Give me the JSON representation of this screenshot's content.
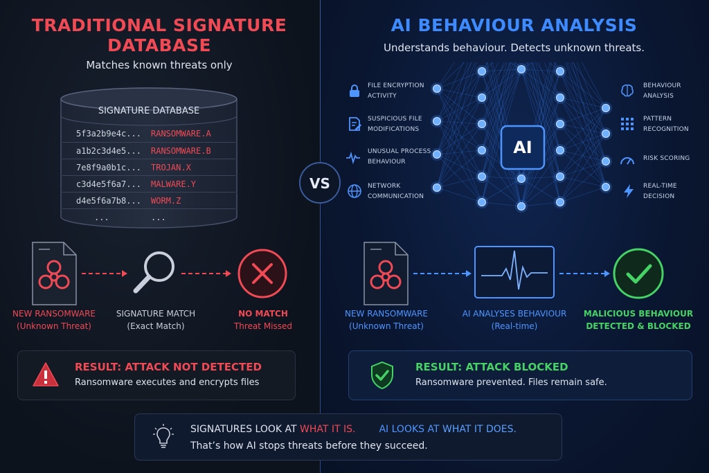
{
  "left": {
    "title_line1": "TRADITIONAL SIGNATURE",
    "title_line2": "DATABASE",
    "subtitle": "Matches known threats only",
    "database": {
      "title": "SIGNATURE DATABASE",
      "rows": [
        {
          "hash": "5f3a2b9e4c...",
          "threat": "RANSOMWARE.A"
        },
        {
          "hash": "a1b2c3d4e5...",
          "threat": "RANSOMWARE.B"
        },
        {
          "hash": "7e8f9a0b1c...",
          "threat": "TROJAN.X"
        },
        {
          "hash": "c3d4e5f6a7...",
          "threat": "MALWARE.Y"
        },
        {
          "hash": "d4e5f6a7b8...",
          "threat": "WORM.Z"
        },
        {
          "hash": "...",
          "threat": "..."
        }
      ]
    },
    "flow": {
      "file_label": "NEW RANSOMWARE",
      "file_sub": "(Unknown Threat)",
      "match_label": "SIGNATURE MATCH",
      "match_sub": "(Exact Match)",
      "result_label": "NO MATCH",
      "result_sub": "Threat Missed"
    },
    "result": {
      "title": "RESULT: ATTACK NOT DETECTED",
      "text": "Ransomware executes and encrypts files"
    }
  },
  "vs": "VS",
  "right": {
    "title": "AI BEHAVIOUR ANALYSIS",
    "subtitle": "Understands behaviour. Detects unknown threats.",
    "ai_label": "AI",
    "inputs": [
      {
        "line1": "FILE ENCRYPTION",
        "line2": "ACTIVITY",
        "icon": "lock-icon"
      },
      {
        "line1": "SUSPICIOUS FILE",
        "line2": "MODIFICATIONS",
        "icon": "file-edit-icon"
      },
      {
        "line1": "UNUSUAL PROCESS",
        "line2": "BEHAVIOUR",
        "icon": "pulse-icon"
      },
      {
        "line1": "NETWORK",
        "line2": "COMMUNICATION",
        "icon": "globe-icon"
      }
    ],
    "outputs": [
      {
        "line1": "BEHAVIOUR",
        "line2": "ANALYSIS",
        "icon": "brain-icon"
      },
      {
        "line1": "PATTERN",
        "line2": "RECOGNITION",
        "icon": "grid-icon"
      },
      {
        "line1": "RISK SCORING",
        "line2": "",
        "icon": "gauge-icon"
      },
      {
        "line1": "REAL-TIME",
        "line2": "DECISION",
        "icon": "lightning-icon"
      }
    ],
    "flow": {
      "file_label": "NEW RANSOMWARE",
      "file_sub": "(Unknown Threat)",
      "analysis_label": "AI ANALYSES BEHAVIOUR",
      "analysis_sub": "(Real-time)",
      "result_line1": "MALICIOUS BEHAVIOUR",
      "result_line2": "DETECTED & BLOCKED"
    },
    "result": {
      "title": "RESULT: ATTACK BLOCKED",
      "text": "Ransomware prevented. Files remain safe."
    }
  },
  "bottom": {
    "part1": "SIGNATURES LOOK AT ",
    "part2": "WHAT IT IS.",
    "part3": "AI LOOKS AT ",
    "part4": "WHAT IT DOES.",
    "line2": "That’s how AI stops threats before they succeed."
  },
  "colors": {
    "red": "#f04a55",
    "blue": "#3d8bff",
    "green": "#46d264"
  }
}
